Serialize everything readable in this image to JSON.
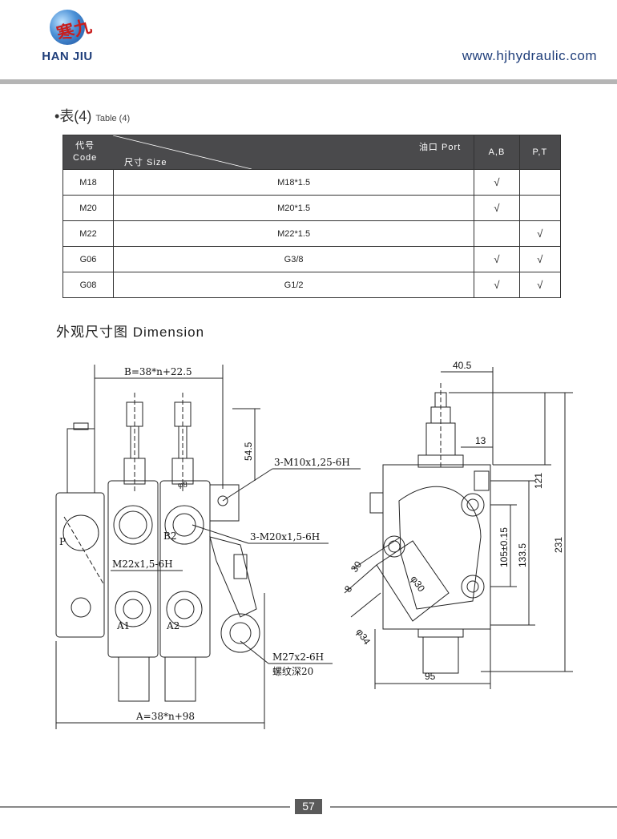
{
  "brand": {
    "logo_mark": "寒九",
    "name": "HAN JIU",
    "url": "www.hjhydraulic.com"
  },
  "table": {
    "title_bullet": "•",
    "title_cn": "表(4)",
    "title_en": "Table (4)",
    "header": {
      "code_cn": "代号",
      "code_en": "Code",
      "port": "油口 Port",
      "size": "尺寸  Size",
      "col_ab": "A,B",
      "col_pt": "P,T"
    },
    "check_mark": "√",
    "rows": [
      {
        "code": "M18",
        "size": "M18*1.5",
        "ab": "√",
        "pt": ""
      },
      {
        "code": "M20",
        "size": "M20*1.5",
        "ab": "√",
        "pt": ""
      },
      {
        "code": "M22",
        "size": "M22*1.5",
        "ab": "",
        "pt": "√"
      },
      {
        "code": "G06",
        "size": "G3/8",
        "ab": "√",
        "pt": "√"
      },
      {
        "code": "G08",
        "size": "G1/2",
        "ab": "√",
        "pt": "√"
      }
    ]
  },
  "section": {
    "title": "外观尺寸图 Dimension"
  },
  "drawing": {
    "left_view": {
      "dim_b": "B=38*n+22.5",
      "dim_a": "A=38*n+98",
      "dim_height": "54.5",
      "thread_m10": "3-M10x1,25-6H",
      "thread_m20": "3-M20x1,5-6H",
      "thread_m22": "M22x1,5-6H",
      "thread_m27": "M27x2-6H",
      "thread_depth": "螺纹深20",
      "label_p": "P",
      "label_b2": "B2",
      "label_a1": "A1",
      "label_a2": "A2",
      "label_phi8": "φ8"
    },
    "right_view": {
      "dim_top": "40.5",
      "dim_13": "13",
      "dim_121": "121",
      "dim_105": "105±0.15",
      "dim_133": "133.5",
      "dim_231": "231",
      "dim_30": "30",
      "dim_8": "8",
      "dim_phi30": "φ30",
      "dim_phi34": "φ34",
      "dim_95": "95"
    }
  },
  "page_number": "57"
}
